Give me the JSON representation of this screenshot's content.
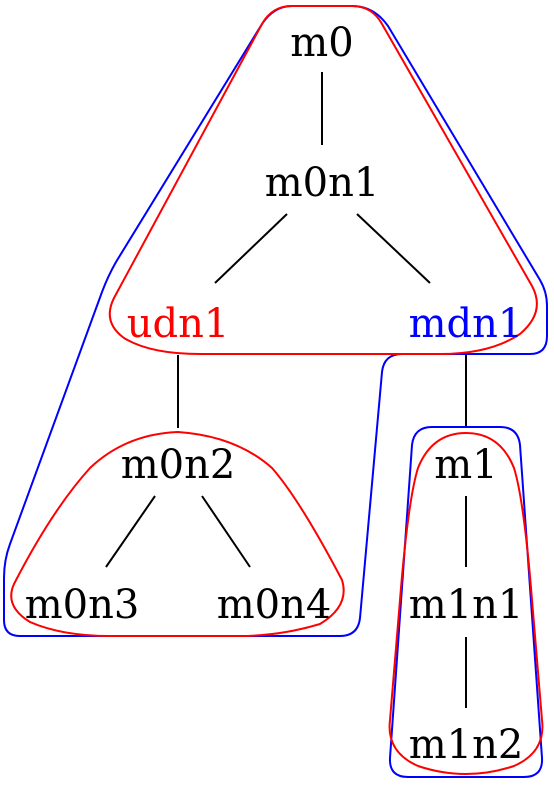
{
  "colors": {
    "black": "#000000",
    "red": "#ff0000",
    "blue": "#0000ff"
  },
  "nodes": {
    "m0": "m0",
    "m0n1": "m0n1",
    "udn1": "udn1",
    "mdn1": "mdn1",
    "m0n2": "m0n2",
    "m0n3": "m0n3",
    "m0n4": "m0n4",
    "m1": "m1",
    "m1n1": "m1n1",
    "m1n2": "m1n2"
  }
}
